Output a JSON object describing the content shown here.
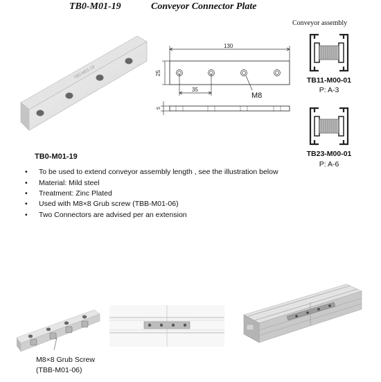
{
  "header": {
    "code": "TB0-M01-19",
    "title": "Conveyor Connector Plate"
  },
  "plate_render": {
    "engraving": "TB0-M01-19"
  },
  "drawing": {
    "dim_length": "130",
    "dim_height": "25",
    "dim_pitch": "35",
    "hole_label": "M8",
    "dim_thickness": "5"
  },
  "assembly": {
    "title": "Conveyor assembly",
    "parts": [
      {
        "code": "TB11-M00-01",
        "page": "P: A-3"
      },
      {
        "code": "TB23-M00-01",
        "page": "P: A-6"
      }
    ]
  },
  "spec": {
    "code": "TB0-M01-19",
    "bullets": [
      "To be used to extend conveyor assembly length , see the illustration below",
      "Material: Mild steel",
      "Treatment: Zinc Plated",
      "Used with M8×8  Grub screw (TBB-M01-06)",
      "Two Connectors are  advised per an extension"
    ]
  },
  "bottom": {
    "screw_caption_1": "M8×8 Grub Screw",
    "screw_caption_2": "(TBB-M01-06)"
  }
}
